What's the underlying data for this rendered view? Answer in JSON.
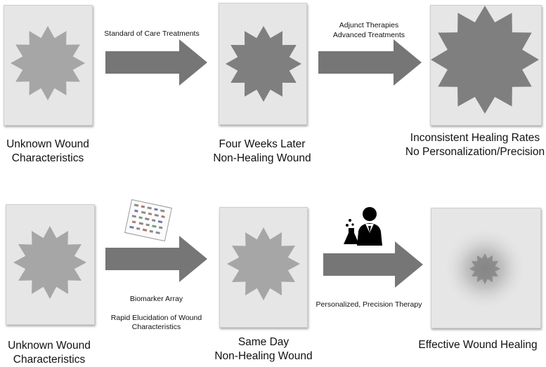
{
  "colors": {
    "panel": "#e6e6e6",
    "star_light": "#a6a6a6",
    "star_dark": "#7f7f7f",
    "arrow": "#767676",
    "background": "#ffffff"
  },
  "top_row": {
    "panels": [
      {
        "caption_lines": [
          "Unknown Wound",
          "Characteristics"
        ],
        "star": "light"
      },
      {
        "caption_lines": [
          "Four Weeks Later",
          "Non-Healing Wound"
        ],
        "star": "dark"
      },
      {
        "caption_lines": [
          "Inconsistent Healing Rates",
          "No Personalization/Precision"
        ],
        "star": "dark-large"
      }
    ],
    "arrows": [
      {
        "label_lines": [
          "Standard of Care Treatments"
        ]
      },
      {
        "label_lines": [
          "Adjunct Therapies",
          "Advanced Treatments"
        ]
      }
    ]
  },
  "bottom_row": {
    "panels": [
      {
        "caption_lines": [
          "Unknown Wound",
          "Characteristics"
        ],
        "star": "light"
      },
      {
        "caption_lines": [
          "Same Day",
          "Non-Healing Wound"
        ],
        "star": "light"
      },
      {
        "caption_lines": [
          "Effective Wound Healing"
        ],
        "star": "healing"
      }
    ],
    "arrows": [
      {
        "label_lines": [
          "Biomarker Array",
          "",
          "Rapid Elucidation of Wound",
          "Characteristics"
        ],
        "icon": "biomarker-array-icon"
      },
      {
        "label_lines": [
          "Personalized, Precision Therapy"
        ],
        "icon": "scientist-flask-icon"
      }
    ]
  }
}
